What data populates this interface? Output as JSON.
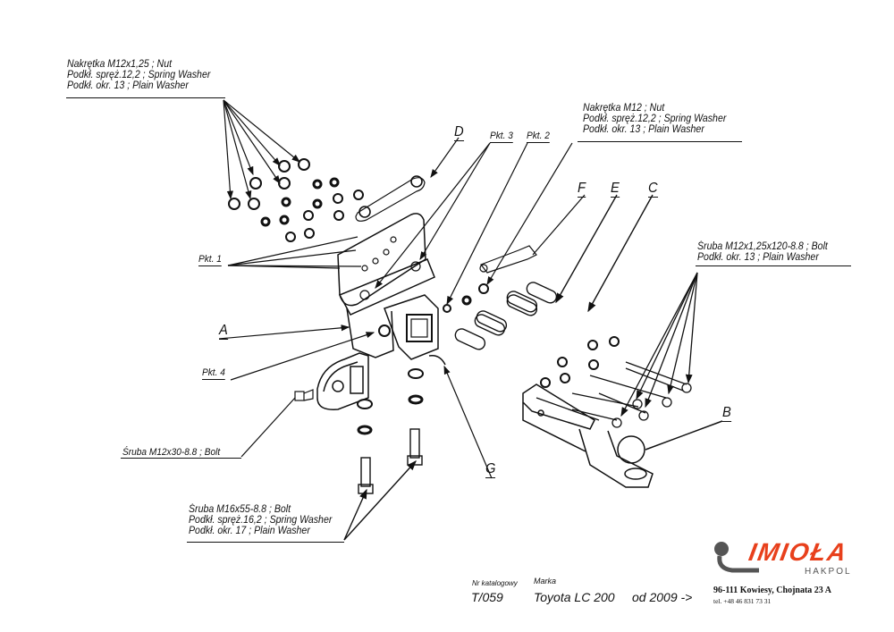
{
  "diagram": {
    "type": "exploded-assembly-drawing",
    "subject": "Tow hitch assembly"
  },
  "callouts": {
    "nuts_m12x125": [
      "Nakrętka  M12x1,25 ; Nut",
      "Podkł. spręż.12,2 ; Spring Washer",
      "Podkł. okr. 13 ; Plain Washer"
    ],
    "nuts_m12": [
      "Nakrętka  M12 ; Nut",
      "Podkł. spręż.12,2 ; Spring Washer",
      "Podkł. okr. 13 ; Plain Washer"
    ],
    "bolts_m12x125x120": [
      "Śruba M12x1,25x120-8.8 ;  Bolt",
      "Podkł. okr. 13 ; Plain Washer"
    ],
    "bolt_m12x30": "Śruba M12x30-8.8 ;  Bolt",
    "bolts_m16x55": [
      "Śruba M16x55-8.8 ;  Bolt",
      "Podkł. spręż.16,2 ; Spring Washer",
      "Podkł. okr. 17 ; Plain Washer"
    ]
  },
  "part_labels": {
    "A": "A",
    "B": "B",
    "C": "C",
    "D": "D",
    "E": "E",
    "F": "F",
    "G": "G"
  },
  "point_labels": {
    "pkt1": "Pkt. 1",
    "pkt2": "Pkt. 2",
    "pkt3": "Pkt. 3",
    "pkt4": "Pkt. 4"
  },
  "footer": {
    "catalog_label": "Nr katalogowy",
    "catalog_value": "T/059",
    "brand_label": "Marka",
    "brand_value": "Toyota LC 200",
    "year_value": "od 2009 ->",
    "logo_text": "IMIOŁA",
    "logo_sub": "HAKPOL",
    "address": "96-111 Kowiesy, Chojnata 23 A",
    "phone": "tel. +48 46 831 73 31"
  },
  "colors": {
    "ink": "#111111",
    "logo_red": "#e8401c",
    "logo_grey": "#555555"
  }
}
